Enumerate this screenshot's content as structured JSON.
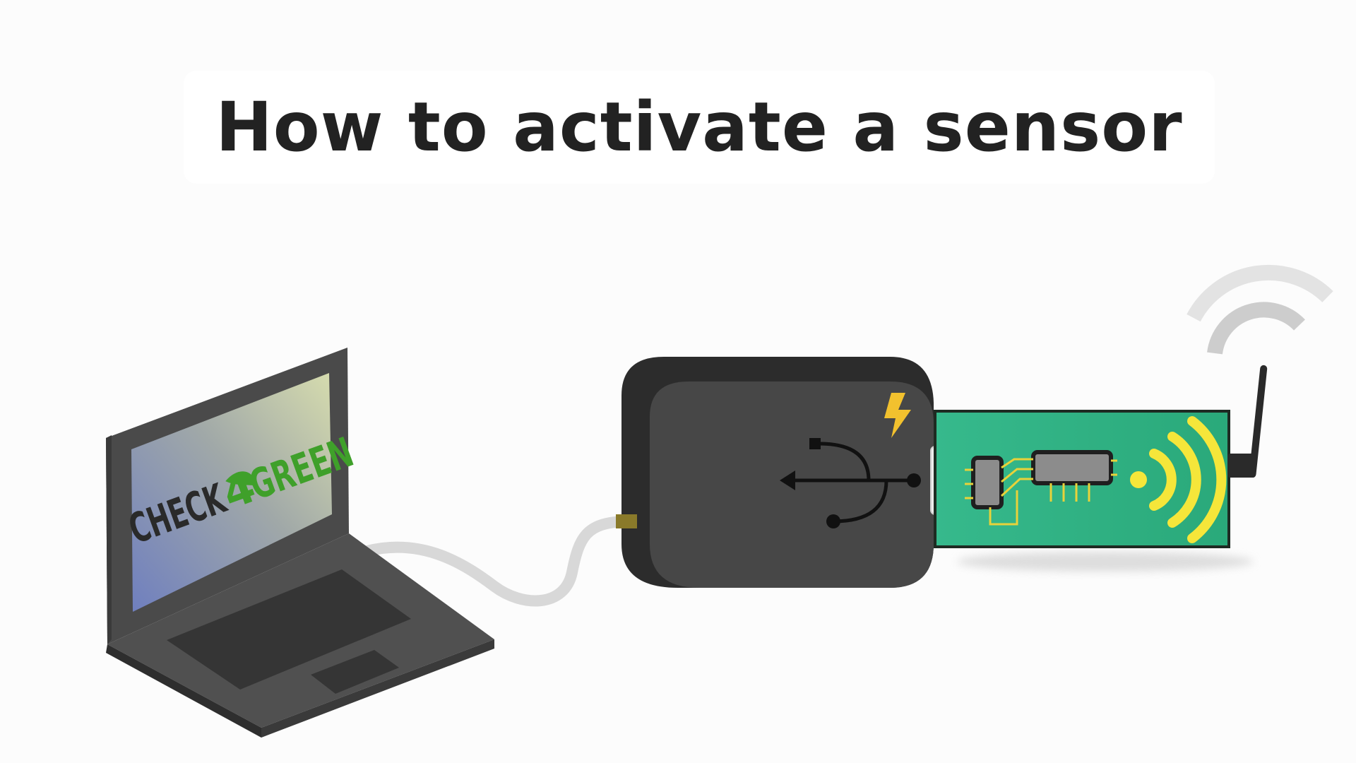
{
  "title": "How to activate a sensor",
  "logo": {
    "part1": "CHECK",
    "part2": "4",
    "part3": "GREEN",
    "color_dark": "#2a2a2a",
    "color_green": "#3fa02a"
  },
  "colors": {
    "laptop_body": "#4a4a4a",
    "laptop_dark": "#333333",
    "reader_body": "#3d3d3d",
    "pcb_green": "#2fb586",
    "lightning": "#f2c12e",
    "signal": "#f5e63a",
    "trace": "#e8d23a"
  },
  "icons": [
    "lightning-icon",
    "usb-icon",
    "wifi-signal-icon",
    "antenna-icon",
    "leaf-icon"
  ]
}
